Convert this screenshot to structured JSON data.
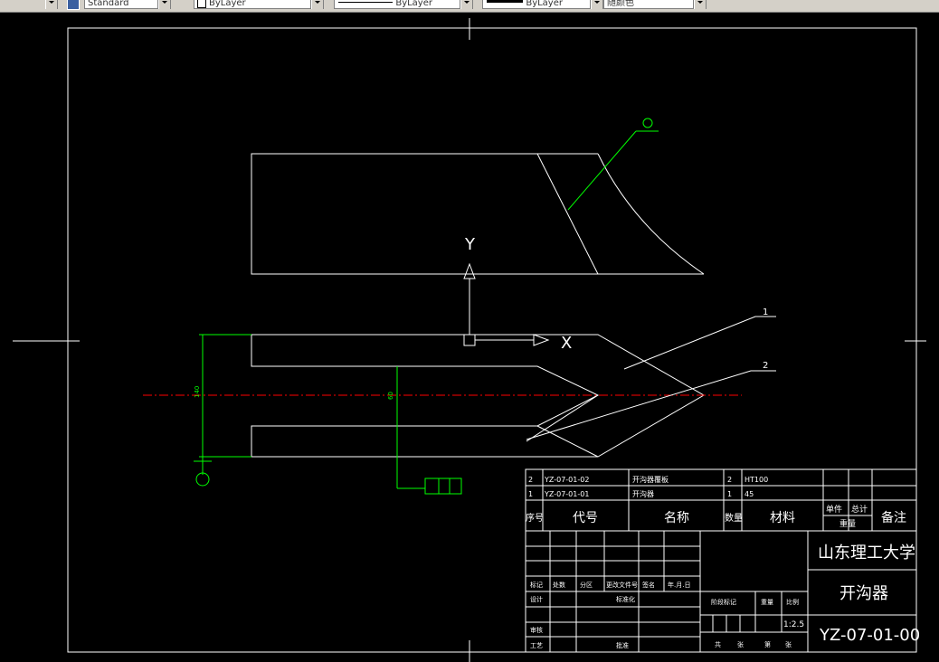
{
  "toolbar": {
    "text_style": "Standard",
    "layer": "ByLayer",
    "linetype": "ByLayer",
    "lineweight": "ByLayer",
    "plot_style": "随颜色"
  },
  "colors": {
    "background": "#000000",
    "geometry": "#ffffff",
    "dimension": "#00ff00",
    "centerline": "#ff0000",
    "toolbar": "#d4d0c8"
  },
  "drawing": {
    "ucs_y_label": "Y",
    "ucs_x_label": "X",
    "leader_1": "1",
    "leader_2": "2",
    "dim_left": "140",
    "dim_inner": "60"
  },
  "title_block": {
    "parts_rows": [
      {
        "no": "2",
        "code": "YZ-07-01-02",
        "name": "开沟器覆板",
        "qty": "2",
        "material": "HT100"
      },
      {
        "no": "1",
        "code": "YZ-07-01-01",
        "name": "开沟器",
        "qty": "1",
        "material": "45"
      }
    ],
    "header": {
      "no": "序号",
      "code": "代号",
      "name": "名称",
      "qty": "数量",
      "material": "材料",
      "unit": "单件",
      "total": "总计",
      "weight": "重量",
      "remark": "备注"
    },
    "labels": {
      "mark": "标记",
      "count": "处数",
      "zone": "分区",
      "doc": "更改文件号",
      "sign": "签名",
      "date": "年.月.日",
      "design": "设计",
      "standard": "标准化",
      "review": "审核",
      "process": "工艺",
      "approve": "批准",
      "stage": "阶段标记",
      "mass": "重量",
      "scale": "比例",
      "sheets": "共",
      "sheet_of": "张",
      "sheet": "第",
      "sheet_end": "张"
    },
    "school": "山东理工大学",
    "part_name": "开沟器",
    "scale": "1:2.5",
    "drawing_no": "YZ-07-01-00"
  }
}
